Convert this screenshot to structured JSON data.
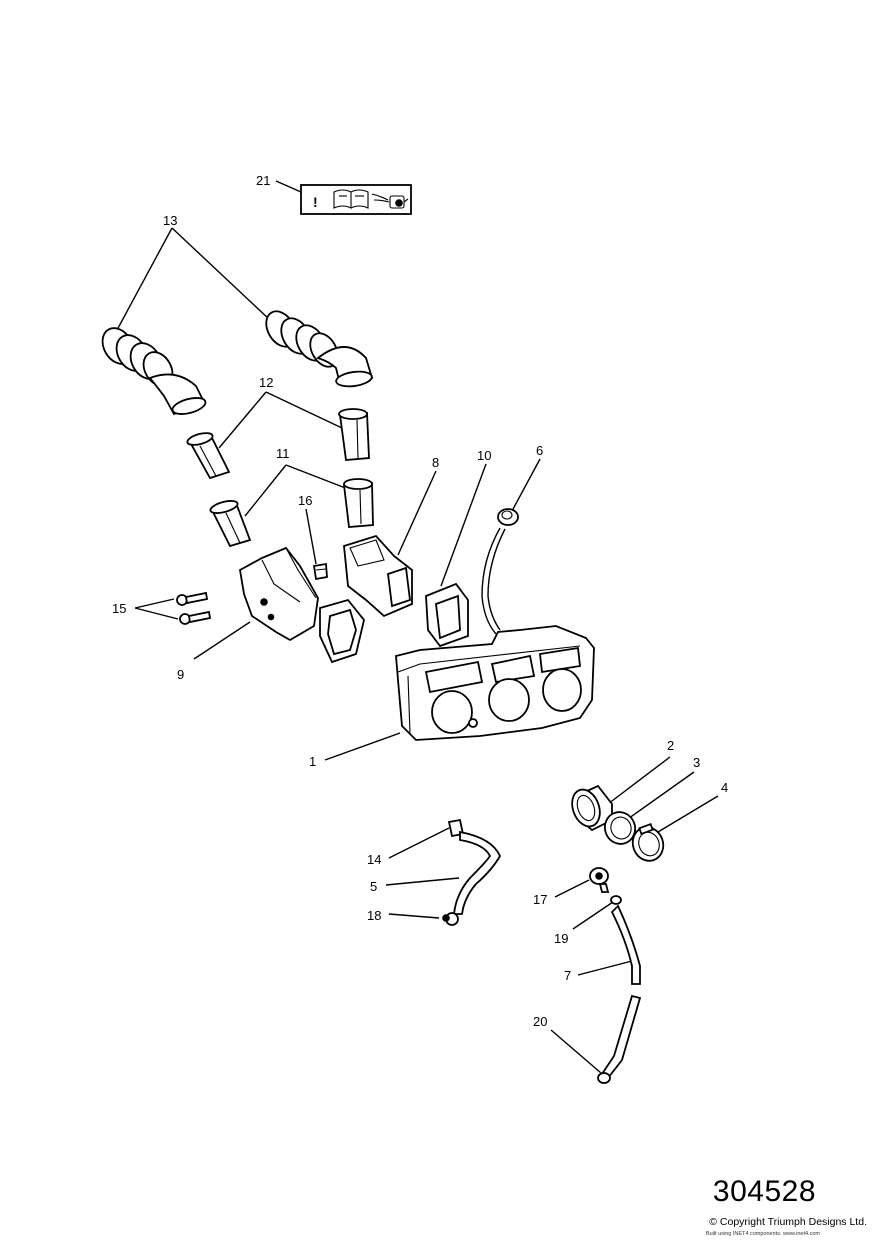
{
  "diagram": {
    "callouts": [
      {
        "id": "c1",
        "label": "1"
      },
      {
        "id": "c2",
        "label": "2"
      },
      {
        "id": "c3",
        "label": "3"
      },
      {
        "id": "c4",
        "label": "4"
      },
      {
        "id": "c5",
        "label": "5"
      },
      {
        "id": "c6",
        "label": "6"
      },
      {
        "id": "c7",
        "label": "7"
      },
      {
        "id": "c8",
        "label": "8"
      },
      {
        "id": "c9",
        "label": "9"
      },
      {
        "id": "c10",
        "label": "10"
      },
      {
        "id": "c11",
        "label": "11"
      },
      {
        "id": "c12",
        "label": "12"
      },
      {
        "id": "c13",
        "label": "13"
      },
      {
        "id": "c14",
        "label": "14"
      },
      {
        "id": "c15",
        "label": "15"
      },
      {
        "id": "c16",
        "label": "16"
      },
      {
        "id": "c17",
        "label": "17"
      },
      {
        "id": "c18",
        "label": "18"
      },
      {
        "id": "c19",
        "label": "19"
      },
      {
        "id": "c20",
        "label": "20"
      },
      {
        "id": "c21",
        "label": "21"
      }
    ],
    "warning_label": {
      "symbol": "!",
      "icons": [
        "book-icon",
        "torque-wrench-icon"
      ]
    }
  },
  "footer": {
    "part_number": "304528",
    "copyright": "© Copyright Triumph Designs Ltd.",
    "build_note": "Built using INET4 components. www.inet4.com"
  }
}
